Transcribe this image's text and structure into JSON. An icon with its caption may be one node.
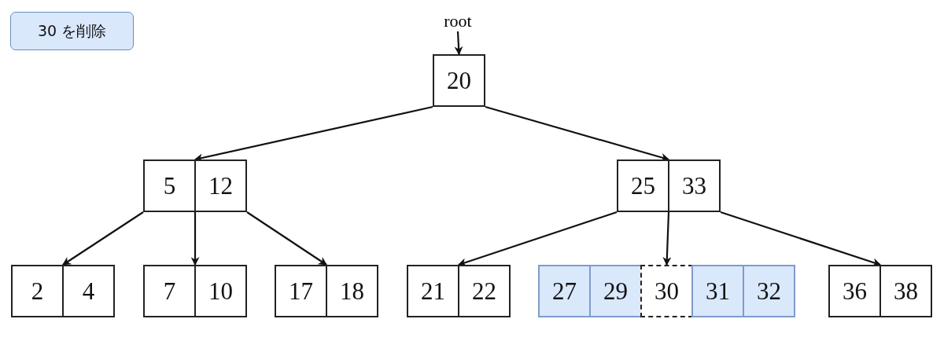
{
  "diagram": {
    "nodes": [
      {
        "text": [
          "30 を削除"
        ]
      },
      {
        "text": [
          "root"
        ]
      },
      {
        "text": [
          "20"
        ]
      },
      {
        "text": [
          "5",
          "12"
        ]
      },
      {
        "text": [
          "25",
          "33"
        ]
      },
      {
        "text": [
          "2",
          "4"
        ]
      },
      {
        "text": [
          "7",
          "10"
        ]
      },
      {
        "text": [
          "17",
          "18"
        ]
      },
      {
        "text": [
          "21",
          "22"
        ]
      },
      {
        "text": [
          "27",
          "29",
          "30",
          "31",
          "32"
        ]
      },
      {
        "text": [
          "36",
          "38"
        ]
      }
    ],
    "edges": [
      {
        "from": 1,
        "to": 2,
        "arrow": "to"
      },
      {
        "from": 2,
        "to": 3,
        "arrow": "to"
      },
      {
        "from": 2,
        "to": 4,
        "arrow": "to"
      },
      {
        "from": 3,
        "to": 5,
        "arrow": "to"
      },
      {
        "from": 3,
        "to": 6,
        "arrow": "to"
      },
      {
        "from": 3,
        "to": 7,
        "arrow": "to"
      },
      {
        "from": 4,
        "to": 8,
        "arrow": "to"
      },
      {
        "from": 4,
        "to": 9,
        "arrow": "to"
      },
      {
        "from": 4,
        "to": 10,
        "arrow": "to"
      }
    ]
  }
}
